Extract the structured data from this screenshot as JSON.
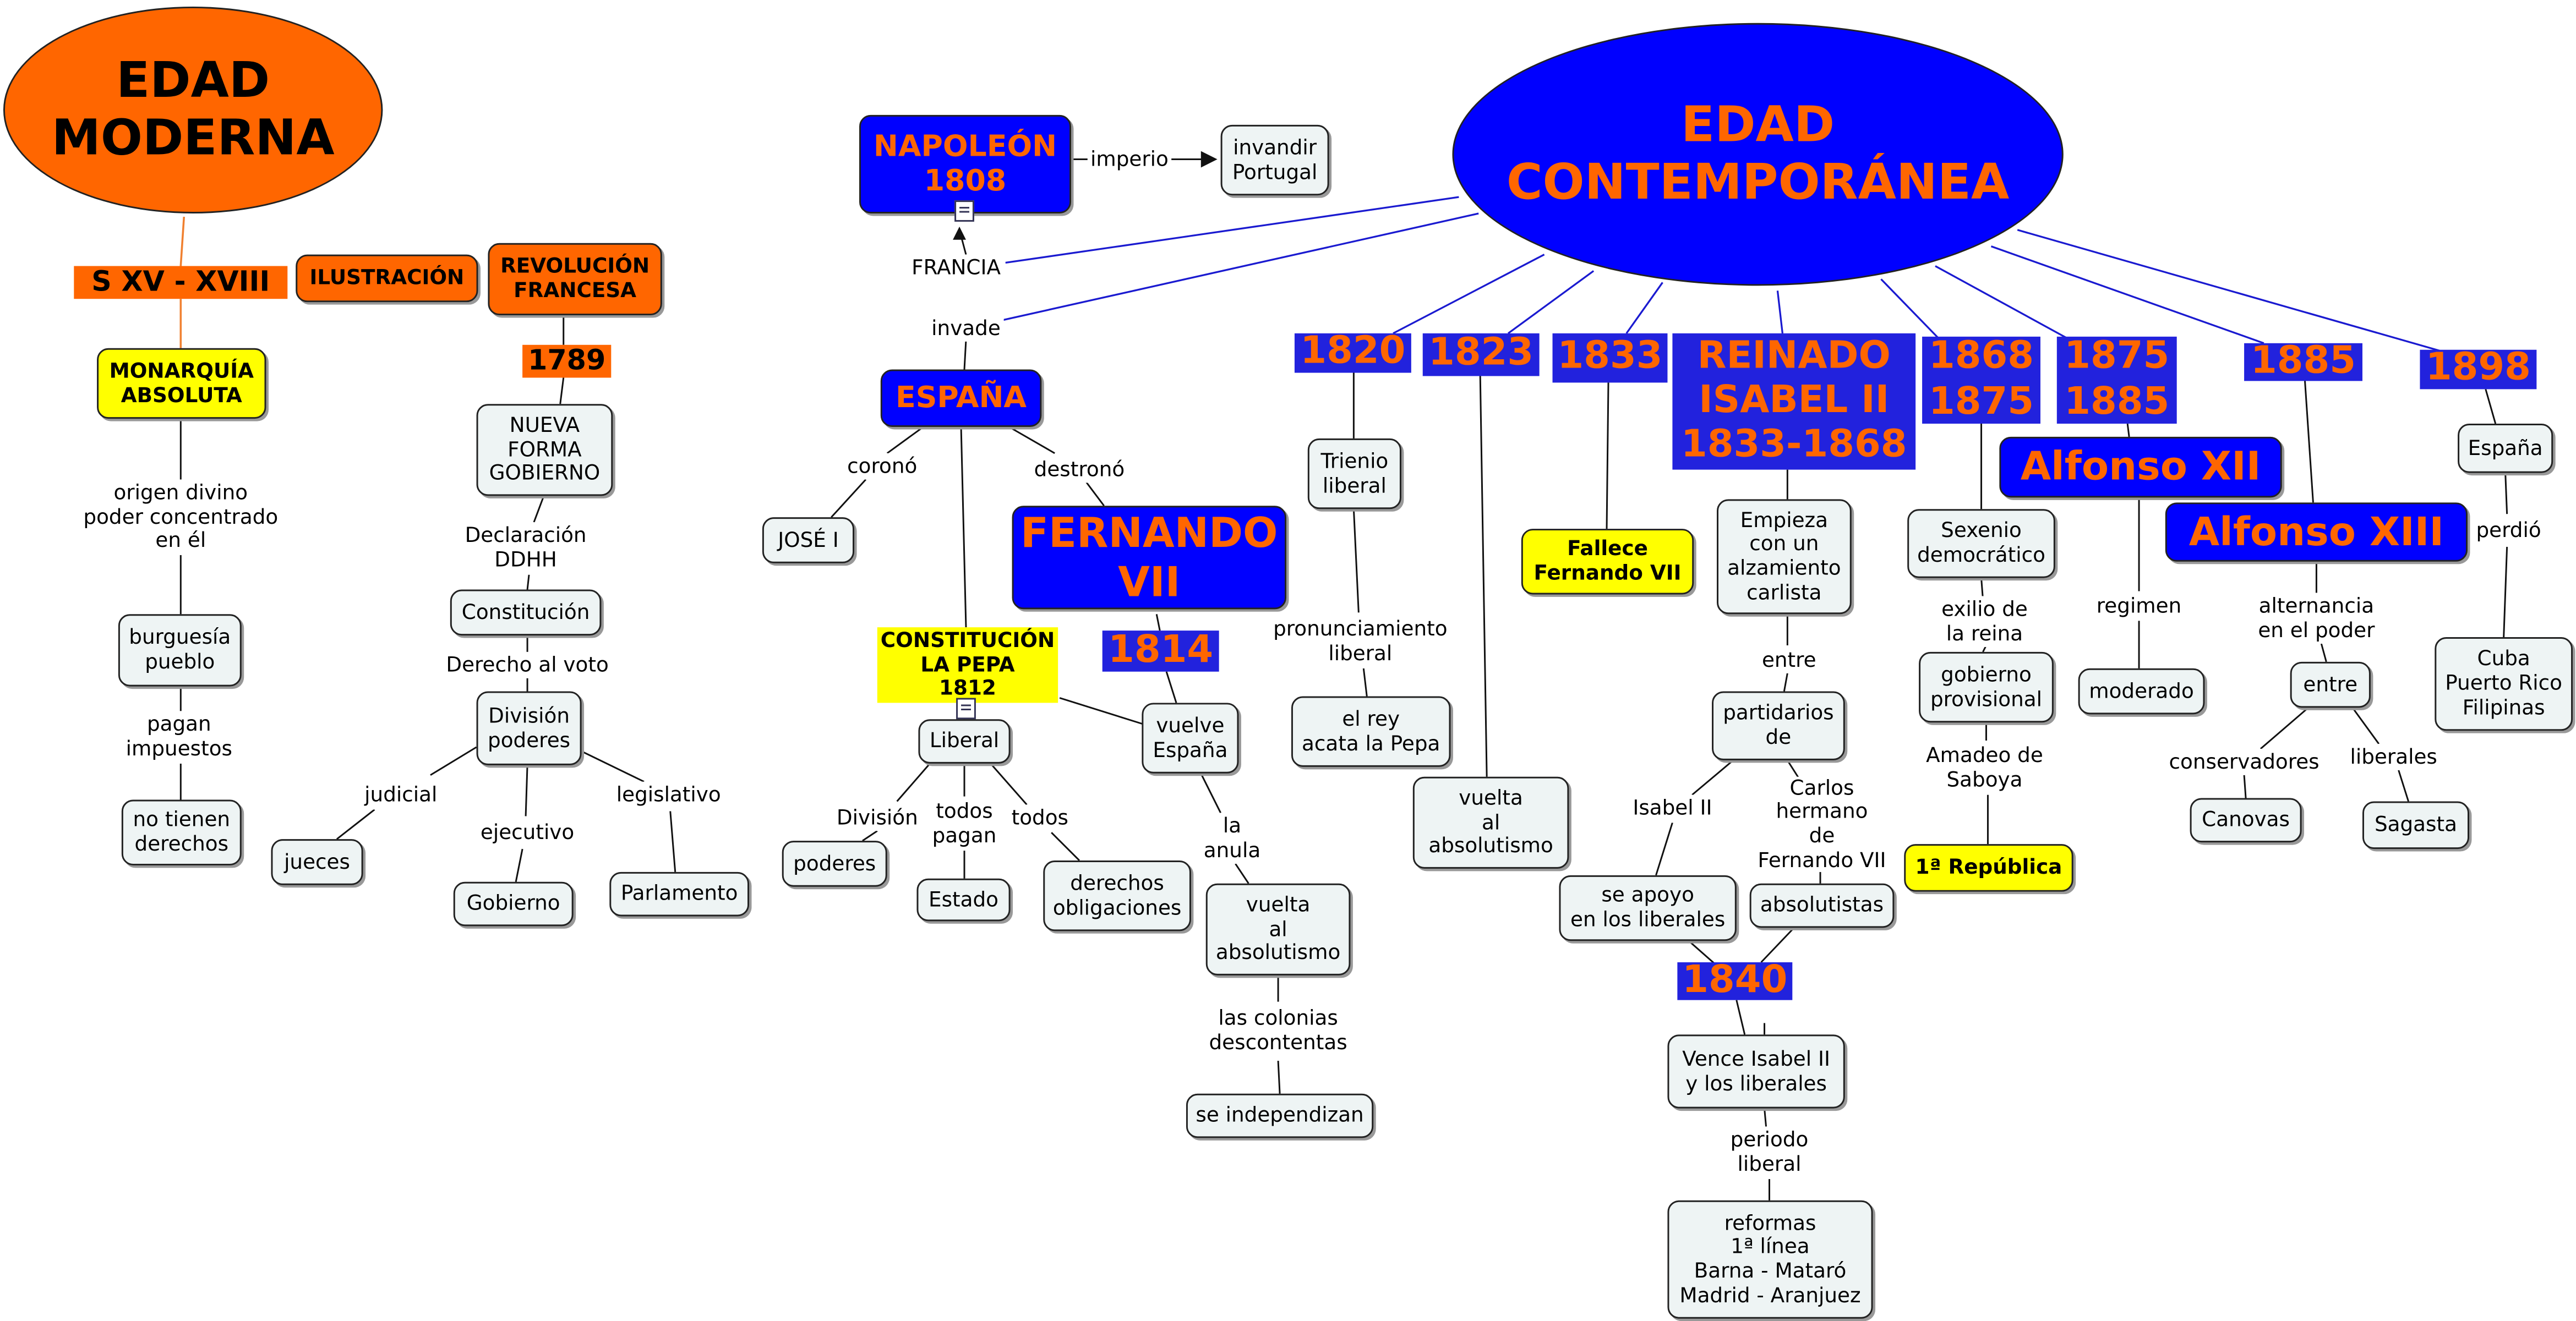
{
  "nodes": {
    "edad_moderna": "EDAD\nMODERNA",
    "sxv": "S XV - XVIII",
    "ilustracion": "ILUSTRACIÓN",
    "revolucion": "REVOLUCIÓN\nFRANCESA",
    "y1789": "1789",
    "monarquia": "MONARQUÍA\nABSOLUTA",
    "origen": "origen divino\npoder concentrado\nen él",
    "burguesia": "burguesía\npueblo",
    "pagan": "pagan\nimpuestos",
    "no_tienen": "no tienen\nderechos",
    "nueva_forma": "NUEVA\nFORMA\nGOBIERNO",
    "declaracion": "Declaración\nDDHH",
    "constitucion": "Constitución",
    "derecho_voto": "Derecho al voto",
    "division": "División\npoderes",
    "judicial": "judicial",
    "ejecutivo": "ejecutivo",
    "legislativo": "legislativo",
    "jueces": "jueces",
    "gobierno": "Gobierno",
    "parlamento": "Parlamento",
    "napoleon": "NAPOLEÓN\n1808",
    "imperio": "imperio",
    "invadir": "invandir\nPortugal",
    "francia": "FRANCIA",
    "invade": "invade",
    "espana": "ESPAÑA",
    "corono": "coronó",
    "destrono": "destronó",
    "jose": "JOSÉ I",
    "fernando": "FERNANDO\nVII",
    "y1814": "1814",
    "pepa": "CONSTITUCIÓN\nLA PEPA\n1812",
    "liberal": "Liberal",
    "division2": "División",
    "todos_pagan": "todos\npagan",
    "todos": "todos",
    "poderes": "poderes",
    "estado": "Estado",
    "derechos_oblig": "derechos\nobligaciones",
    "vuelve_espana": "vuelve\nEspaña",
    "la_anula": "la\nanula",
    "vuelta_abs1": "vuelta\nal\nabsolutismo",
    "colonias": "las colonias\ndescontentas",
    "independizan": "se independizan",
    "edad_contemp": "EDAD\nCONTEMPORÁNEA",
    "y1820": "1820",
    "trienio": "Trienio\nliberal",
    "pronunciamiento": "pronunciamiento\nliberal",
    "el_rey": "el rey\nacata la Pepa",
    "y1823": "1823",
    "vuelta_abs2": "vuelta\nal\nabsolutismo",
    "y1833": "1833",
    "fallece": "Fallece\nFernando VII",
    "reinado": "REINADO\nISABEL II\n1833-1868",
    "empieza": "Empieza\ncon un\nalzamiento\ncarlista",
    "entre1": "entre",
    "partidarios": "partidarios\nde",
    "isabel_ii": "Isabel II",
    "carlos": "Carlos\nhermano\nde\nFernando VII",
    "se_apoyo": "se apoyo\nen los liberales",
    "absolutistas": "absolutistas",
    "y1840": "1840",
    "vence": "Vence Isabel II\ny los liberales",
    "periodo": "periodo\nliberal",
    "reformas": "reformas\n1ª línea\nBarna - Mataró\nMadrid - Aranjuez",
    "y1868": "1868\n1875",
    "sexenio": "Sexenio\ndemocrático",
    "exilio": "exilio de\nla reina",
    "gob_provisional": "gobierno\nprovisional",
    "amadeo": "Amadeo de\nSaboya",
    "republica": "1ª República",
    "y1875": "1875\n1885",
    "alfonso12": "Alfonso XII",
    "regimen": "regimen",
    "moderado": "moderado",
    "y1885": "1885",
    "alfonso13": "Alfonso XIII",
    "alternancia": "alternancia\nen el poder",
    "entre2": "entre",
    "conservadores": "conservadores",
    "liberales": "liberales",
    "canovas": "Canovas",
    "sagasta": "Sagasta",
    "y1898": "1898",
    "espana2": "España",
    "perdio": "perdió",
    "cuba": "Cuba\nPuerto Rico\nFilipinas"
  },
  "colors": {
    "orange": "#ff6600",
    "blue": "#0000ff",
    "yellow": "#ffff00",
    "node_fill": "#eef4f4"
  }
}
